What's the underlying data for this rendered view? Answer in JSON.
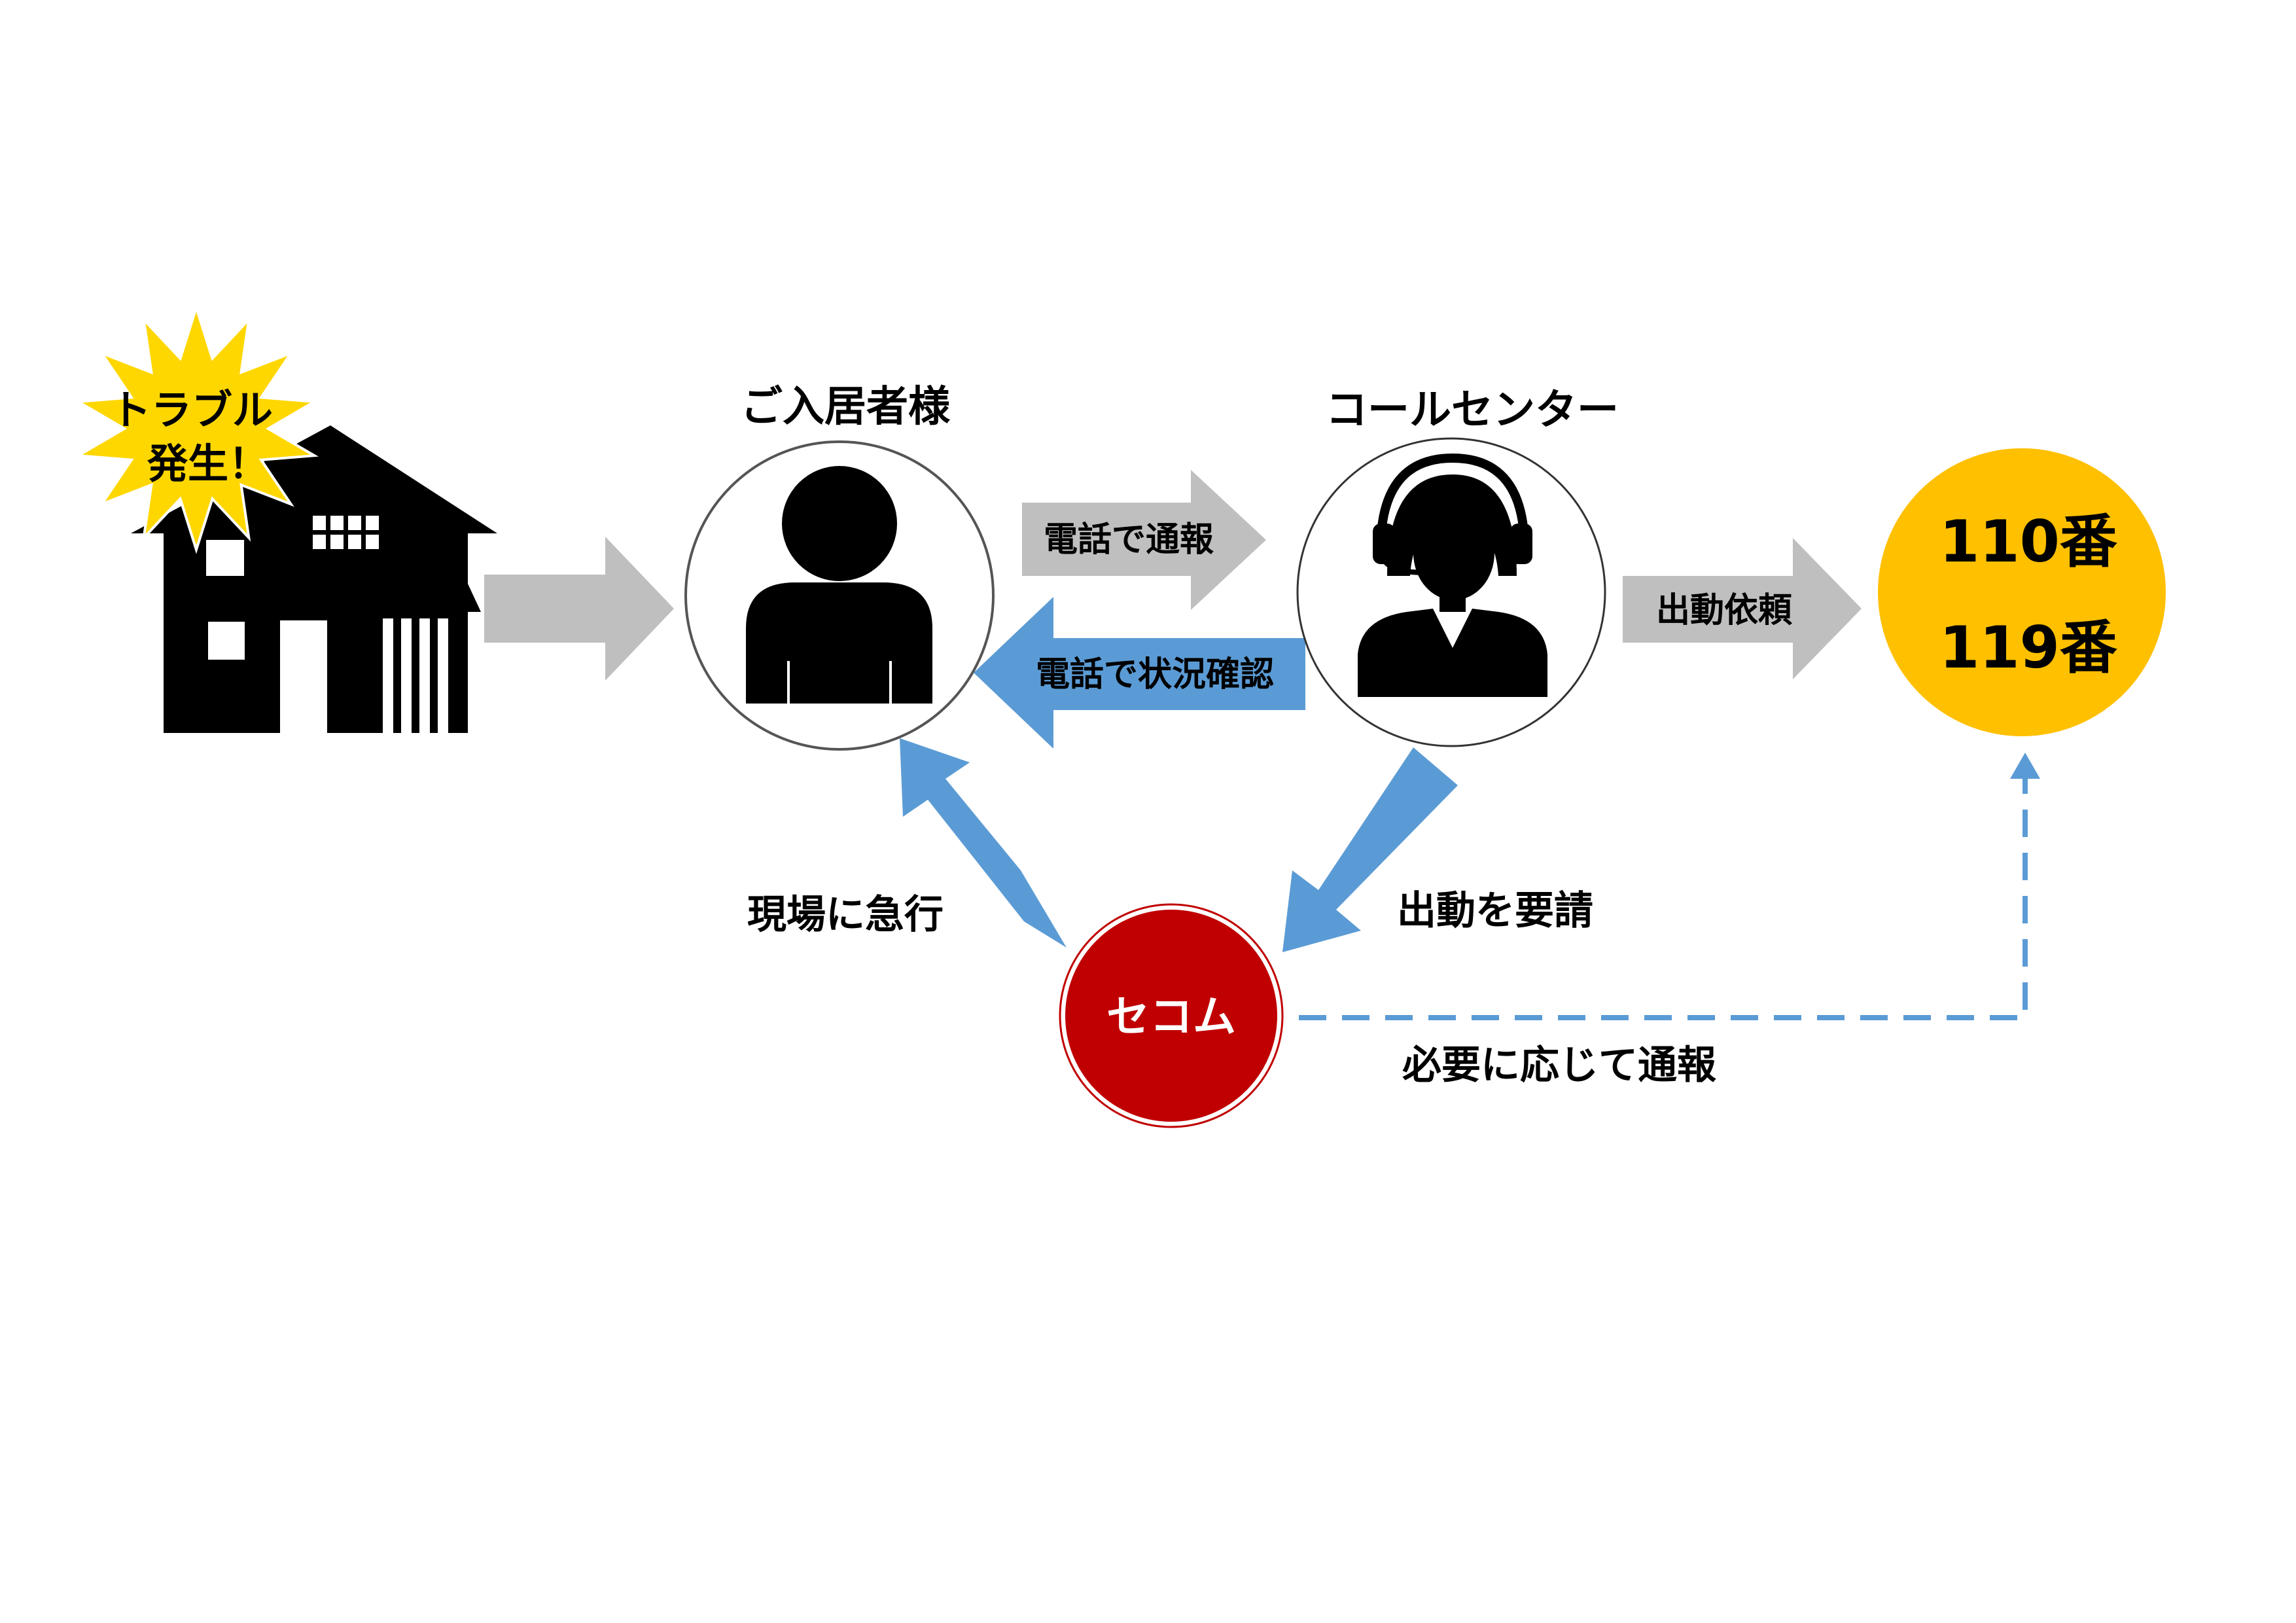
{
  "labels": {
    "trouble_line1": "トラブル",
    "trouble_line2": "発生！",
    "resident": "ご入居者様",
    "call_center": "コールセンター",
    "emergency_line1": "110番",
    "emergency_line2": "119番",
    "secom": "セコム"
  },
  "arrows": {
    "report_by_phone": "電話で通報",
    "confirm_by_phone": "電話で状況確認",
    "dispatch_request": "出動依頼",
    "request_dispatch": "出動を要請",
    "rush_to_site": "現場に急行",
    "report_if_needed": "必要に応じて通報"
  },
  "icons": {
    "house": "house-icon",
    "starburst": "starburst-icon",
    "resident": "person-icon",
    "operator": "headset-operator-icon"
  },
  "colors": {
    "gray_arrow": "#bfbfbf",
    "blue_arrow": "#5b9bd5",
    "starburst": "#ffd700",
    "emergency_circle": "#ffc000",
    "secom_circle": "#c00000",
    "dashed_line": "#5b9bd5"
  }
}
